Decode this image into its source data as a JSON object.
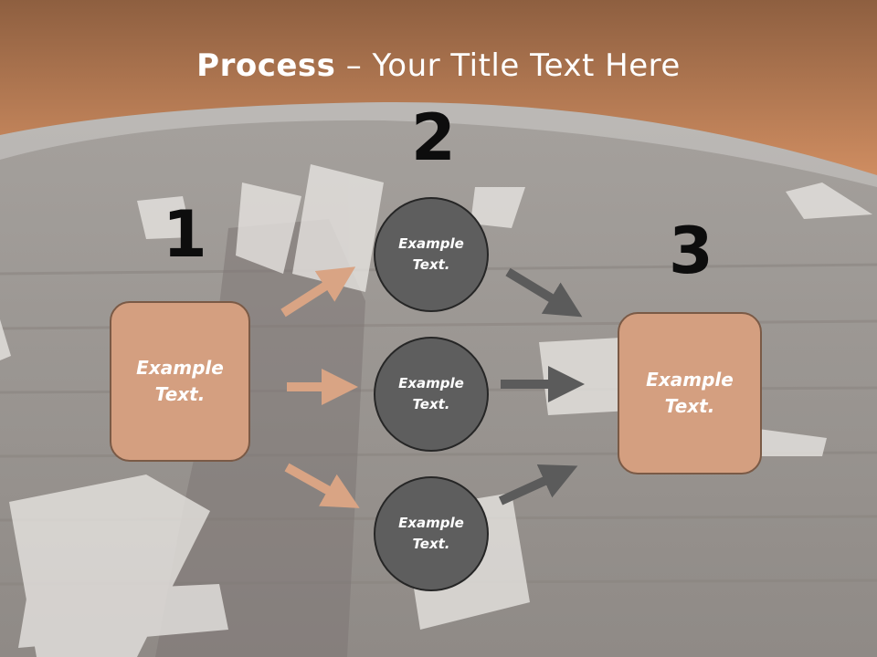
{
  "title": {
    "bold": "Process",
    "dash": " – ",
    "rest": "Your Title Text Here"
  },
  "steps": [
    {
      "number": "1",
      "text": [
        "Example",
        "Text."
      ]
    },
    {
      "number": "2",
      "circles": [
        {
          "text": [
            "Example",
            "Text."
          ]
        },
        {
          "text": [
            "Example",
            "Text."
          ]
        },
        {
          "text": [
            "Example",
            "Text."
          ]
        }
      ]
    },
    {
      "number": "3",
      "text": [
        "Example",
        "Text."
      ]
    }
  ],
  "colors": {
    "header": "#b97a55",
    "box_fill": "#d49f80",
    "circle_fill": "#5e5e5e",
    "arrow_orange": "#d9a484",
    "arrow_gray": "#5b5b5b"
  }
}
